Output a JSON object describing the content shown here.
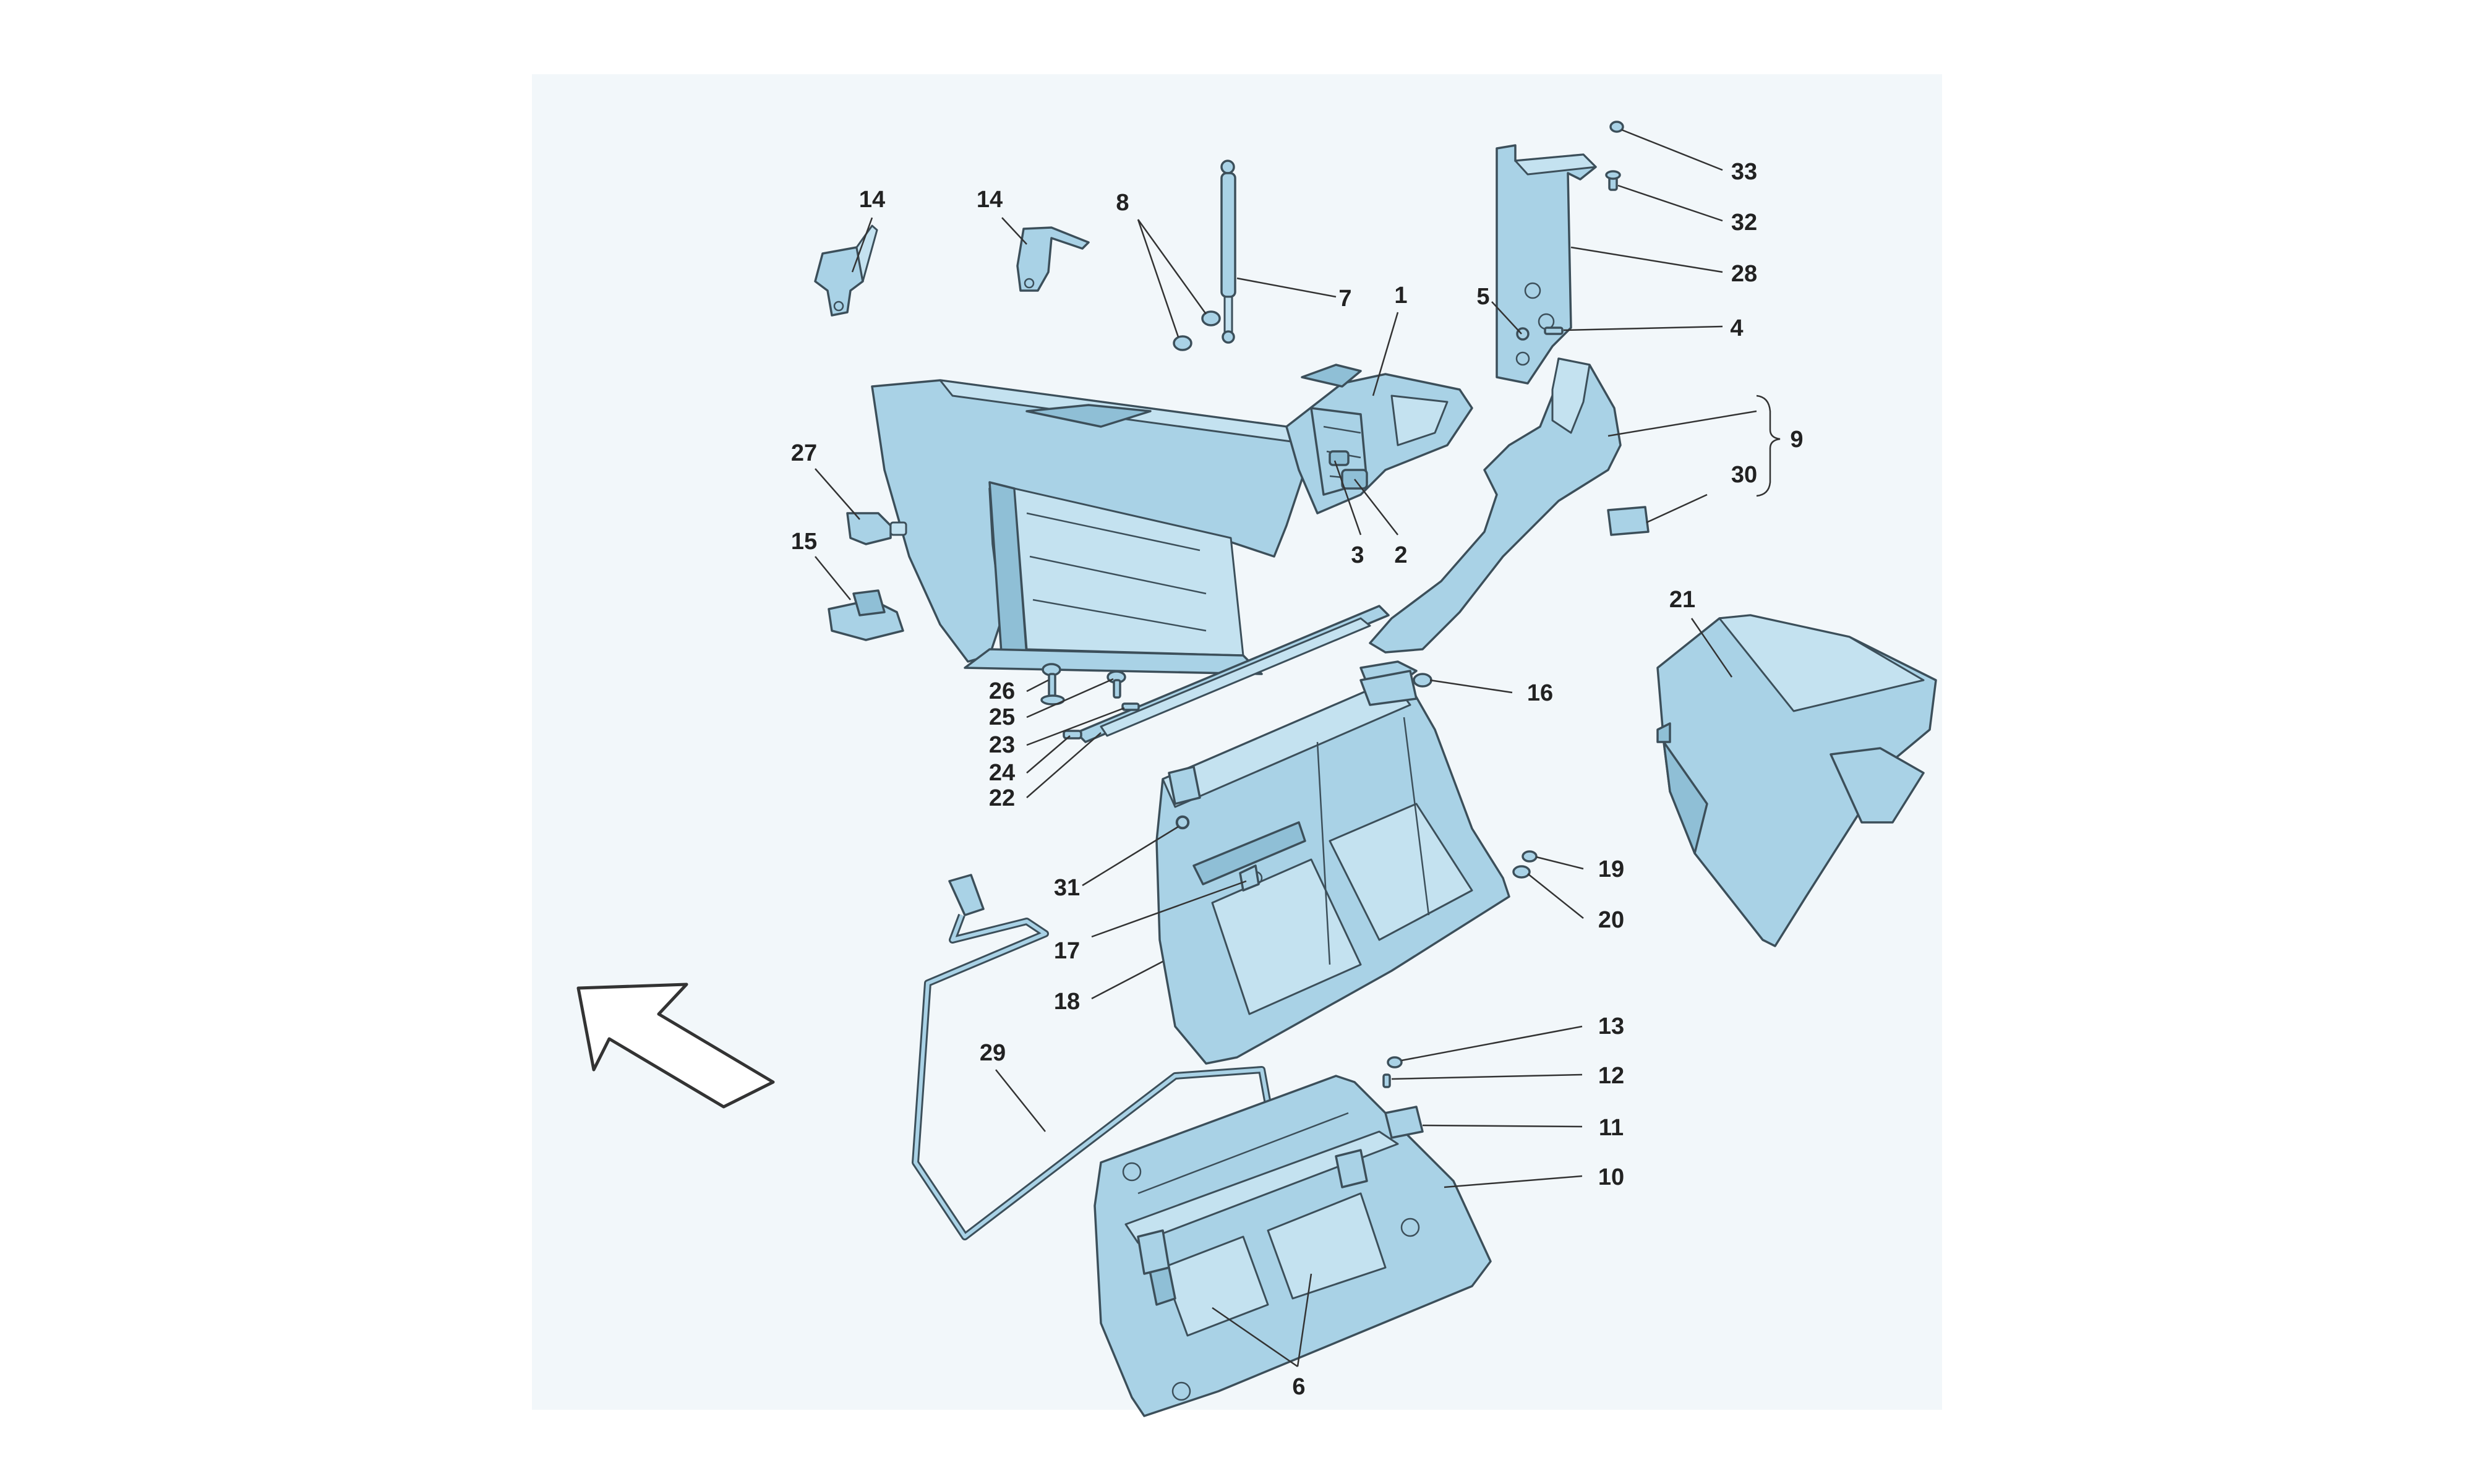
{
  "diagram": {
    "background_color": "#ffffff",
    "panel_color": "#f2f7fa",
    "part_color": "#a9d2e6",
    "outline_color": "#3c4f5a",
    "label_color": "#222222",
    "callouts": [
      {
        "id": "c14a",
        "text": "14"
      },
      {
        "id": "c14b",
        "text": "14"
      },
      {
        "id": "c8",
        "text": "8"
      },
      {
        "id": "c7",
        "text": "7"
      },
      {
        "id": "c1",
        "text": "1"
      },
      {
        "id": "c5",
        "text": "5"
      },
      {
        "id": "c33",
        "text": "33"
      },
      {
        "id": "c32",
        "text": "32"
      },
      {
        "id": "c28",
        "text": "28"
      },
      {
        "id": "c4",
        "text": "4"
      },
      {
        "id": "c9",
        "text": "9"
      },
      {
        "id": "c30",
        "text": "30"
      },
      {
        "id": "c27",
        "text": "27"
      },
      {
        "id": "c15",
        "text": "15"
      },
      {
        "id": "c3",
        "text": "3"
      },
      {
        "id": "c2",
        "text": "2"
      },
      {
        "id": "c21",
        "text": "21"
      },
      {
        "id": "c26",
        "text": "26"
      },
      {
        "id": "c25",
        "text": "25"
      },
      {
        "id": "c23",
        "text": "23"
      },
      {
        "id": "c24",
        "text": "24"
      },
      {
        "id": "c22",
        "text": "22"
      },
      {
        "id": "c16",
        "text": "16"
      },
      {
        "id": "c31",
        "text": "31"
      },
      {
        "id": "c19",
        "text": "19"
      },
      {
        "id": "c20",
        "text": "20"
      },
      {
        "id": "c17",
        "text": "17"
      },
      {
        "id": "c18",
        "text": "18"
      },
      {
        "id": "c29",
        "text": "29"
      },
      {
        "id": "c13",
        "text": "13"
      },
      {
        "id": "c12",
        "text": "12"
      },
      {
        "id": "c11",
        "text": "11"
      },
      {
        "id": "c10",
        "text": "10"
      },
      {
        "id": "c6",
        "text": "6"
      }
    ]
  }
}
